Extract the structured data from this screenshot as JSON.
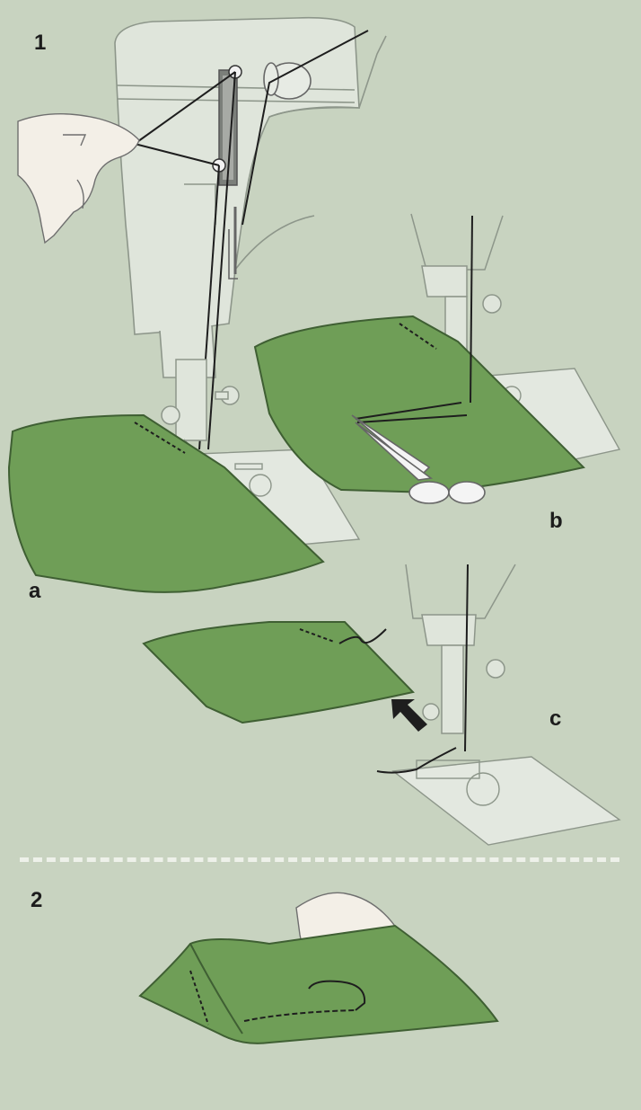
{
  "labels": {
    "step1": "1",
    "a": "a",
    "b": "b",
    "c": "c",
    "step2": "2"
  },
  "colors": {
    "background": "#c8d3c0",
    "fabric": "#6f9e57",
    "fabric_edge": "#3f5f33",
    "machine_line": "#8d968a",
    "machine_fill": "#dfe5db",
    "thread": "#1e1e1e",
    "divider": "#eef1ea"
  },
  "icons": {
    "arrow": "arrow-up-left-icon",
    "scissors": "scissors-icon",
    "hand": "hand-icon"
  }
}
